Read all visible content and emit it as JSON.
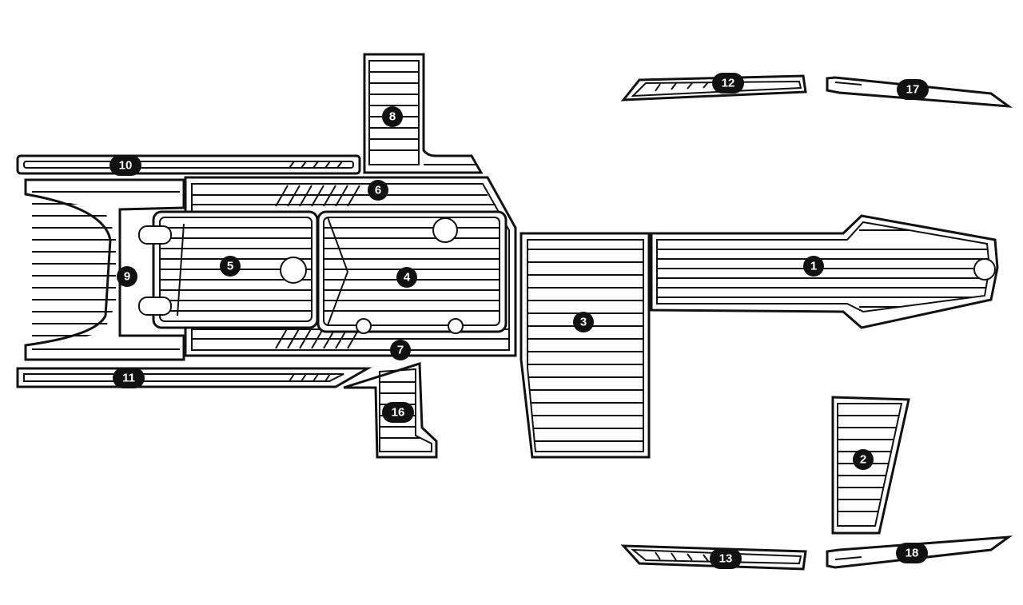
{
  "diagram": {
    "labels": {
      "p1": "1",
      "p2": "2",
      "p3": "3",
      "p4": "4",
      "p5": "5",
      "p6": "6",
      "p7": "7",
      "p8": "8",
      "p9": "9",
      "p10": "10",
      "p11": "11",
      "p12": "12",
      "p13": "13",
      "p16": "16",
      "p17": "17",
      "p18": "18"
    },
    "colors": {
      "outline": "#111111",
      "fill": "#ffffff",
      "label": "#111111",
      "label_text": "#ffffff"
    }
  }
}
